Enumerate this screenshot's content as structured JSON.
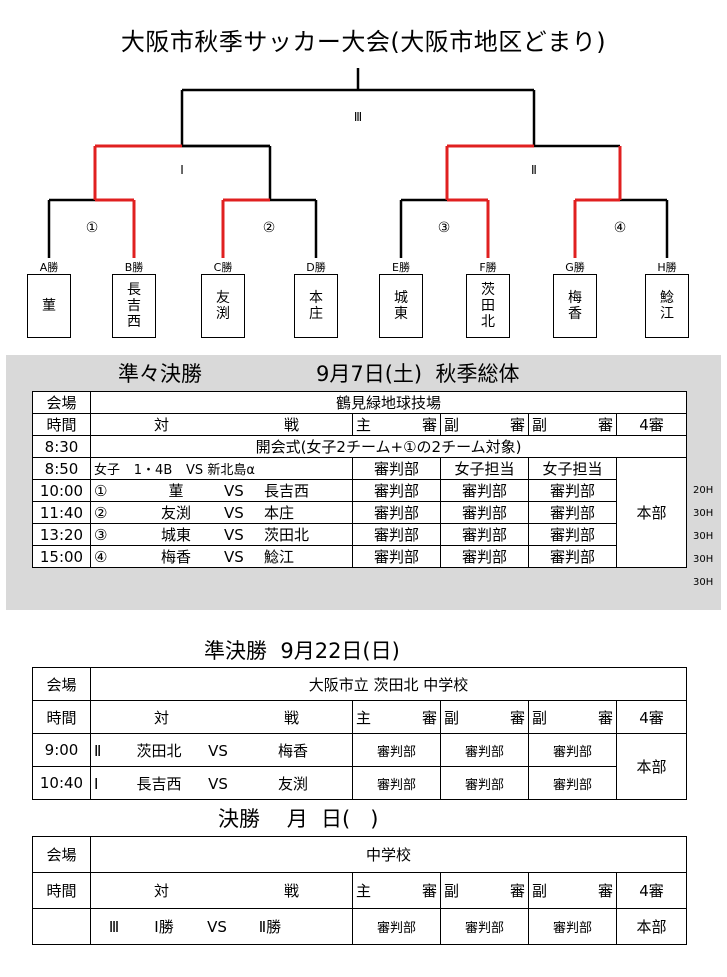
{
  "title": "大阪市秋季サッカー大会(大阪市地区どまり)",
  "bracket": {
    "round_labels": [
      "Ⅲ",
      "Ⅰ",
      "Ⅱ"
    ],
    "match_labels": [
      "①",
      "②",
      "③",
      "④"
    ],
    "slots": [
      "A勝",
      "B勝",
      "C勝",
      "D勝",
      "E勝",
      "F勝",
      "G勝",
      "H勝"
    ],
    "teams": [
      "菫",
      "長吉西",
      "友渕",
      "本庄",
      "城東",
      "茨田北",
      "梅香",
      "鯰江"
    ],
    "winner_color": "#e02020"
  },
  "quarterfinal": {
    "title_left": "準々決勝",
    "title_right": "9月7日(土)  秋季総体",
    "venue_label": "会場",
    "venue": "鶴見緑地球技場",
    "time_label": "時間",
    "match_label_1": "対",
    "match_label_2": "戦",
    "ref_main_1": "主",
    "ref_main_2": "審",
    "ref_sub_1": "副",
    "ref_sub_2": "審",
    "fourth": "4審",
    "opening_time": "8:30",
    "opening_text": "開会式(女子2チーム+①の2チーム対象)",
    "honbu": "本部",
    "rows": [
      {
        "time": "8:50",
        "no": "女子",
        "a": "1・4B",
        "vs": "VS",
        "b": "新北島α",
        "r1": "審判部",
        "r2": "女子担当",
        "r3": "女子担当",
        "side": "20H"
      },
      {
        "time": "10:00",
        "no": "①",
        "a": "菫",
        "vs": "VS",
        "b": "長吉西",
        "r1": "審判部",
        "r2": "審判部",
        "r3": "審判部",
        "side": "30H"
      },
      {
        "time": "11:40",
        "no": "②",
        "a": "友渕",
        "vs": "VS",
        "b": "本庄",
        "r1": "審判部",
        "r2": "審判部",
        "r3": "審判部",
        "side": "30H"
      },
      {
        "time": "13:20",
        "no": "③",
        "a": "城東",
        "vs": "VS",
        "b": "茨田北",
        "r1": "審判部",
        "r2": "審判部",
        "r3": "審判部",
        "side": "30H"
      },
      {
        "time": "15:00",
        "no": "④",
        "a": "梅香",
        "vs": "VS",
        "b": "鯰江",
        "r1": "審判部",
        "r2": "審判部",
        "r3": "審判部",
        "side": "30H"
      }
    ]
  },
  "semifinal": {
    "title": "準決勝  9月22日(日)",
    "venue_label": "会場",
    "venue": "大阪市立 茨田北 中学校",
    "time_label": "時間",
    "honbu": "本部",
    "rows": [
      {
        "time": "9:00",
        "no": "Ⅱ",
        "a": "茨田北",
        "vs": "VS",
        "b": "梅香",
        "r1": "審判部",
        "r2": "審判部",
        "r3": "審判部"
      },
      {
        "time": "10:40",
        "no": "Ⅰ",
        "a": "長吉西",
        "vs": "VS",
        "b": "友渕",
        "r1": "審判部",
        "r2": "審判部",
        "r3": "審判部"
      }
    ]
  },
  "final": {
    "title": "決勝    月  日(   )",
    "venue_label": "会場",
    "venue": "中学校",
    "time_label": "時間",
    "row": {
      "time": "",
      "no": "Ⅲ",
      "a": "Ⅰ勝",
      "vs": "VS",
      "b": "Ⅱ勝",
      "r1": "審判部",
      "r2": "審判部",
      "r3": "審判部",
      "r4": "本部"
    }
  }
}
